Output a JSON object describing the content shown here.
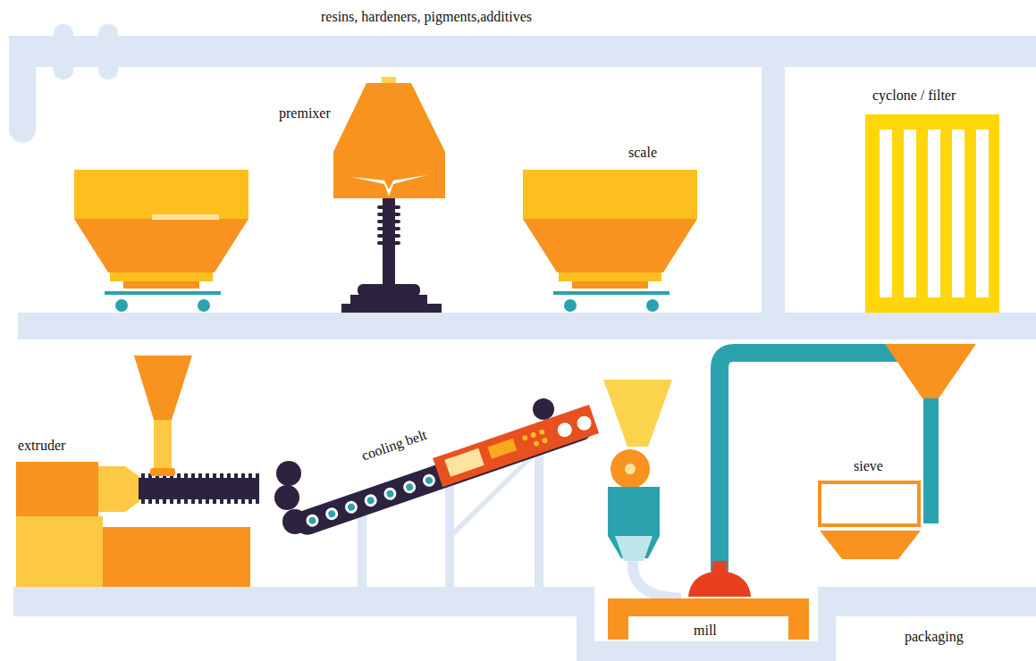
{
  "diagram": {
    "labels": [
      "resins, hardeners, pigments,additives",
      "premixer",
      "scale",
      "cyclone / filter",
      "extruder",
      "cooling belt",
      "mill",
      "sieve",
      "packaging"
    ]
  }
}
